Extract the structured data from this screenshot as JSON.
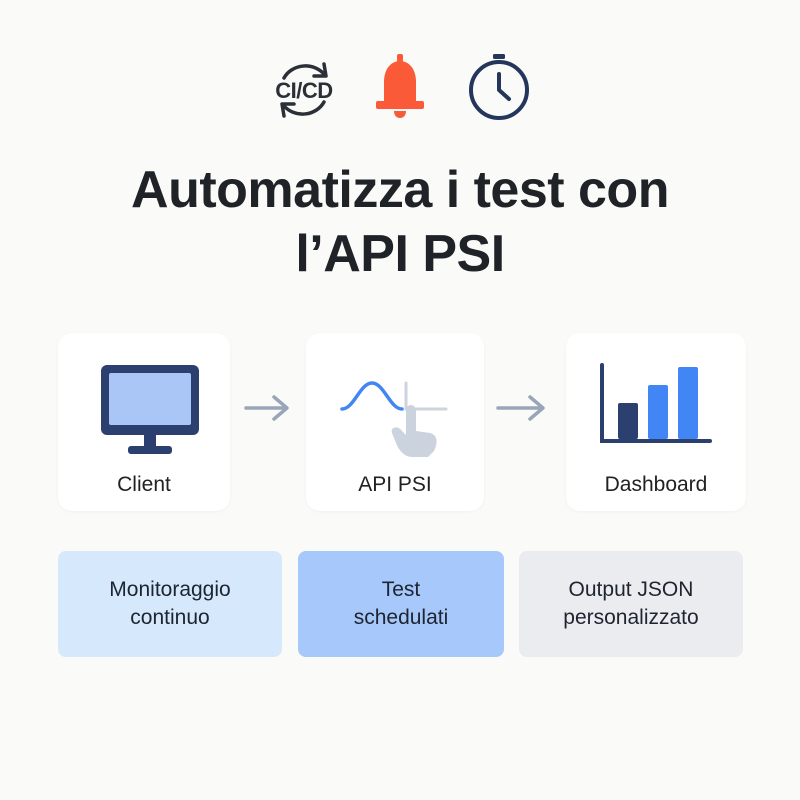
{
  "top_icons": {
    "cicd_label": "CI/CD",
    "bell_color": "#fa5a37",
    "clock_color": "#24365c"
  },
  "title": {
    "line1": "Automatizza i test con",
    "line2": "l’API PSI"
  },
  "flow": {
    "nodes": [
      {
        "label": "Client"
      },
      {
        "label": "API PSI"
      },
      {
        "label": "Dashboard"
      }
    ]
  },
  "features": [
    {
      "line1": "Monitoraggio",
      "line2": "continuo",
      "bg": "#d6e9fc"
    },
    {
      "line1": "Test",
      "line2": "schedulati",
      "bg": "#a6c8fa"
    },
    {
      "line1": "Output JSON",
      "line2": "personalizzato",
      "bg": "#ebecf0"
    }
  ],
  "colors": {
    "accent_blue": "#4285f4",
    "dark_blue": "#2c4070",
    "arrow_gray": "#9aa6b8"
  }
}
